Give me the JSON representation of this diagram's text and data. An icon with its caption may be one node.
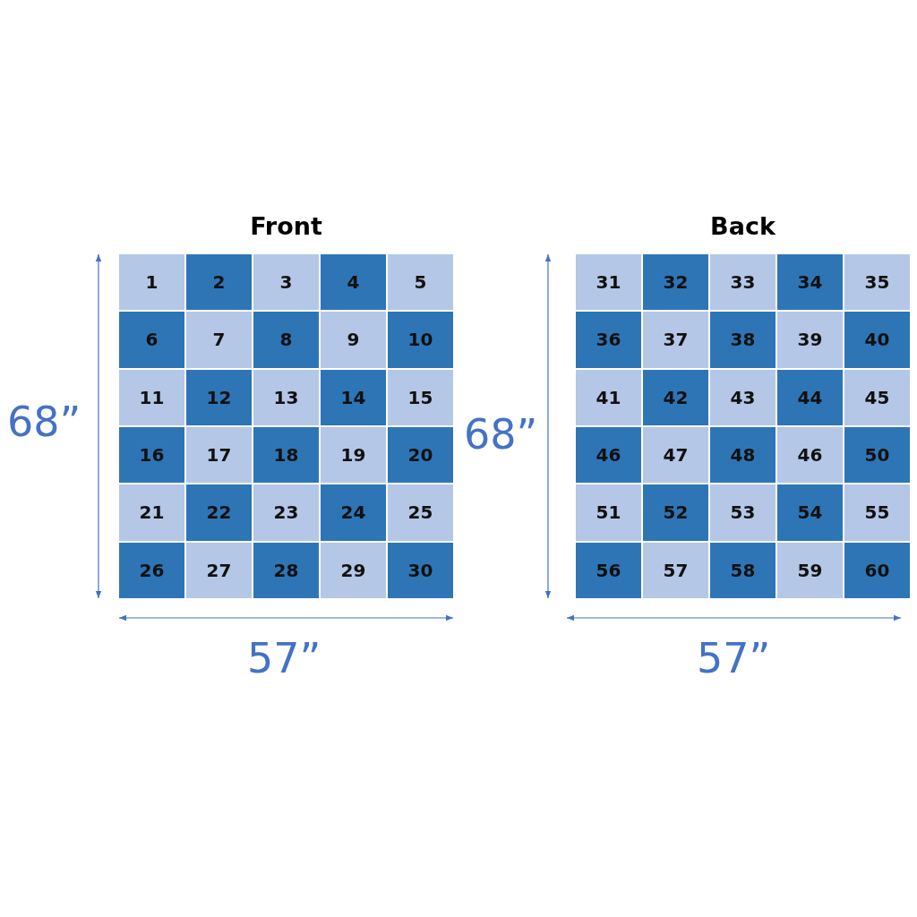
{
  "diagram": {
    "nodes": [
      {
        "text": [
          "Front"
        ]
      },
      {
        "text": [
          "1"
        ],
        "in": 0
      },
      {
        "text": [
          "2"
        ],
        "in": 0
      },
      {
        "text": [
          "3"
        ],
        "in": 0
      },
      {
        "text": [
          "4"
        ],
        "in": 0
      },
      {
        "text": [
          "5"
        ],
        "in": 0
      },
      {
        "text": [
          "6"
        ],
        "in": 0
      },
      {
        "text": [
          "7"
        ],
        "in": 0
      },
      {
        "text": [
          "8"
        ],
        "in": 0
      },
      {
        "text": [
          "9"
        ],
        "in": 0
      },
      {
        "text": [
          "10"
        ],
        "in": 0
      },
      {
        "text": [
          "11"
        ],
        "in": 0
      },
      {
        "text": [
          "12"
        ],
        "in": 0
      },
      {
        "text": [
          "13"
        ],
        "in": 0
      },
      {
        "text": [
          "14"
        ],
        "in": 0
      },
      {
        "text": [
          "15"
        ],
        "in": 0
      },
      {
        "text": [
          "16"
        ],
        "in": 0
      },
      {
        "text": [
          "17"
        ],
        "in": 0
      },
      {
        "text": [
          "18"
        ],
        "in": 0
      },
      {
        "text": [
          "19"
        ],
        "in": 0
      },
      {
        "text": [
          "20"
        ],
        "in": 0
      },
      {
        "text": [
          "21"
        ],
        "in": 0
      },
      {
        "text": [
          "22"
        ],
        "in": 0
      },
      {
        "text": [
          "23"
        ],
        "in": 0
      },
      {
        "text": [
          "24"
        ],
        "in": 0
      },
      {
        "text": [
          "25"
        ],
        "in": 0
      },
      {
        "text": [
          "26"
        ],
        "in": 0
      },
      {
        "text": [
          "27"
        ],
        "in": 0
      },
      {
        "text": [
          "28"
        ],
        "in": 0
      },
      {
        "text": [
          "29"
        ],
        "in": 0
      },
      {
        "text": [
          "30"
        ],
        "in": 0
      },
      {
        "text": [
          "Back"
        ]
      },
      {
        "text": [
          "31"
        ],
        "in": 31
      },
      {
        "text": [
          "32"
        ],
        "in": 31
      },
      {
        "text": [
          "33"
        ],
        "in": 31
      },
      {
        "text": [
          "34"
        ],
        "in": 31
      },
      {
        "text": [
          "35"
        ],
        "in": 31
      },
      {
        "text": [
          "36"
        ],
        "in": 31
      },
      {
        "text": [
          "37"
        ],
        "in": 31
      },
      {
        "text": [
          "38"
        ],
        "in": 31
      },
      {
        "text": [
          "39"
        ],
        "in": 31
      },
      {
        "text": [
          "40"
        ],
        "in": 31
      },
      {
        "text": [
          "41"
        ],
        "in": 31
      },
      {
        "text": [
          "42"
        ],
        "in": 31
      },
      {
        "text": [
          "43"
        ],
        "in": 31
      },
      {
        "text": [
          "44"
        ],
        "in": 31
      },
      {
        "text": [
          "45"
        ],
        "in": 31
      },
      {
        "text": [
          "46"
        ],
        "in": 31
      },
      {
        "text": [
          "47"
        ],
        "in": 31
      },
      {
        "text": [
          "48"
        ],
        "in": 31
      },
      {
        "text": [
          "46"
        ],
        "in": 31
      },
      {
        "text": [
          "50"
        ],
        "in": 31
      },
      {
        "text": [
          "51"
        ],
        "in": 31
      },
      {
        "text": [
          "52"
        ],
        "in": 31
      },
      {
        "text": [
          "53"
        ],
        "in": 31
      },
      {
        "text": [
          "54"
        ],
        "in": 31
      },
      {
        "text": [
          "55"
        ],
        "in": 31
      },
      {
        "text": [
          "56"
        ],
        "in": 31
      },
      {
        "text": [
          "57"
        ],
        "in": 31
      },
      {
        "text": [
          "58"
        ],
        "in": 31
      },
      {
        "text": [
          "59"
        ],
        "in": 31
      },
      {
        "text": [
          "60"
        ],
        "in": 31
      }
    ],
    "labels": [
      "68”",
      "68”",
      "57”",
      "57”"
    ]
  }
}
